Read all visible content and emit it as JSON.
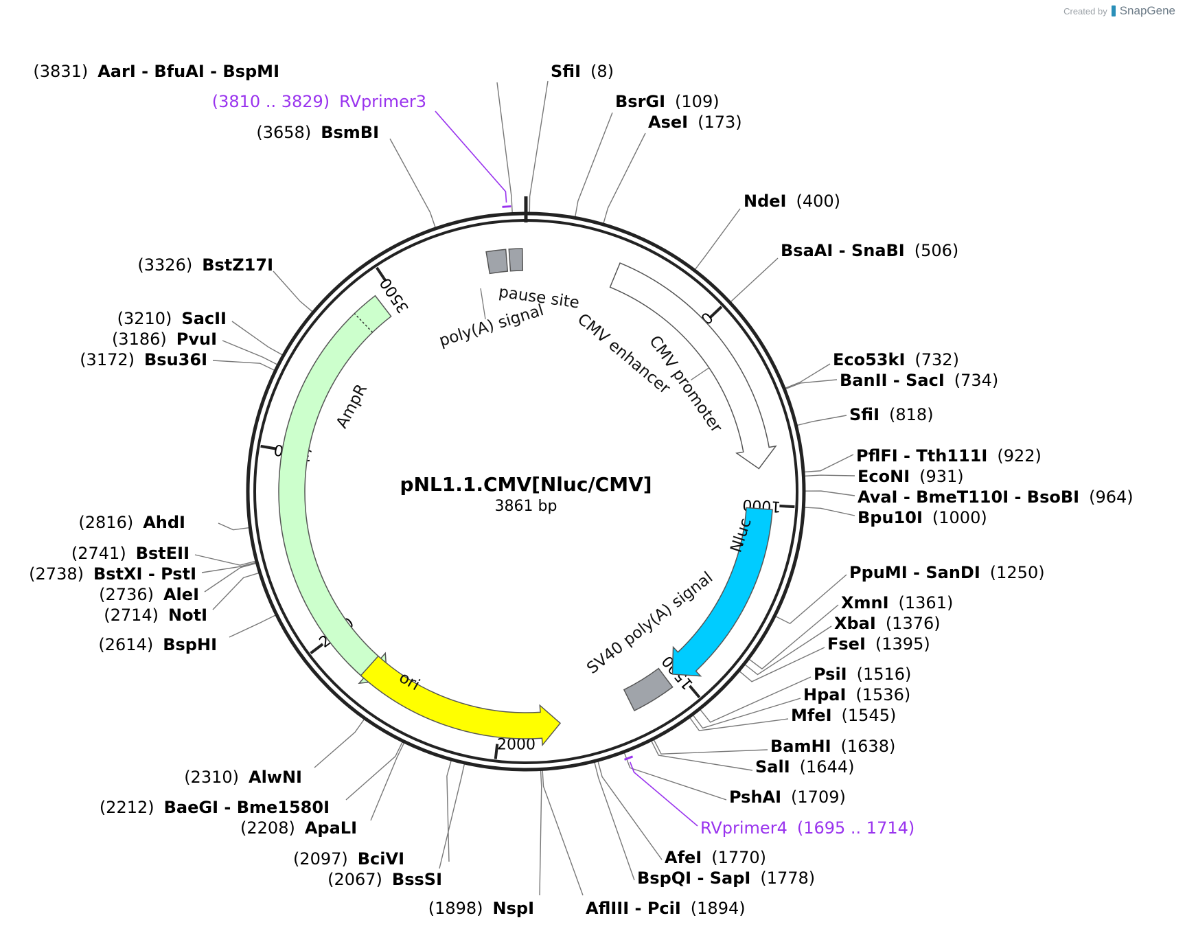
{
  "watermark": {
    "prefix": "Created by",
    "brand": "SnapGene"
  },
  "plasmid": {
    "name": "pNL1.1.CMV[Nluc/CMV]",
    "size_text": "3861 bp",
    "length": 3861
  },
  "colors": {
    "backbone": "#222222",
    "leader": "#777777",
    "primer": "#9933ee",
    "ampr": "#ccffcc",
    "ori": "#ffff00",
    "nluc": "#00ccff",
    "promoter": "#ffffff",
    "polya": "#a0a4aa"
  },
  "ticks": [
    {
      "value": 500,
      "label": "500"
    },
    {
      "value": 1000,
      "label": "1000"
    },
    {
      "value": 1500,
      "label": "1500"
    },
    {
      "value": 2000,
      "label": "2000"
    },
    {
      "value": 2500,
      "label": "2500"
    },
    {
      "value": 3000,
      "label": "3000"
    },
    {
      "value": 3500,
      "label": "3500"
    }
  ],
  "features": [
    {
      "name": "AmpR",
      "type": "arrow",
      "color": "#ccffcc",
      "start": 2320,
      "end": 3458,
      "direction": "reverse"
    },
    {
      "name": "ori",
      "type": "arrow",
      "color": "#ffff00",
      "start": 1840,
      "end": 2380,
      "direction": "reverse"
    },
    {
      "name": "Nluc",
      "type": "arrow",
      "color": "#00ccff",
      "start": 1010,
      "end": 1515,
      "direction": "forward"
    },
    {
      "name": "CMV enhancer",
      "type": "arrow",
      "color": "#ffffff",
      "start": 240,
      "end": 905,
      "direction": "forward"
    },
    {
      "name": "CMV promoter",
      "type": "label"
    },
    {
      "name": "SV40 poly(A) signal",
      "type": "box",
      "color": "#a0a4aa",
      "start": 1535,
      "end": 1648
    },
    {
      "name": "poly(A) signal",
      "type": "box",
      "color": "#a0a4aa",
      "start": 3760,
      "end": 3810
    },
    {
      "name": "pause site",
      "type": "box",
      "color": "#a0a4aa",
      "start": 3818,
      "end": 3852
    }
  ],
  "sites": [
    {
      "name": "AarI - BfuAI - BspMI",
      "pos": "(3831)"
    },
    {
      "name": "SfiI",
      "pos": "(8)"
    },
    {
      "name": "BsrGI",
      "pos": "(109)"
    },
    {
      "name": "AseI",
      "pos": "(173)"
    },
    {
      "name": "NdeI",
      "pos": "(400)"
    },
    {
      "name": "BsaAI - SnaBI",
      "pos": "(506)"
    },
    {
      "name": "Eco53kI",
      "pos": "(732)"
    },
    {
      "name": "BanII - SacI",
      "pos": "(734)"
    },
    {
      "name": "SfiI",
      "pos": "(818)"
    },
    {
      "name": "PflFI - Tth111I",
      "pos": "(922)"
    },
    {
      "name": "EcoNI",
      "pos": "(931)"
    },
    {
      "name": "AvaI - BmeT110I - BsoBI",
      "pos": "(964)"
    },
    {
      "name": "Bpu10I",
      "pos": "(1000)"
    },
    {
      "name": "PpuMI - SanDI",
      "pos": "(1250)"
    },
    {
      "name": "XmnI",
      "pos": "(1361)"
    },
    {
      "name": "XbaI",
      "pos": "(1376)"
    },
    {
      "name": "FseI",
      "pos": "(1395)"
    },
    {
      "name": "PsiI",
      "pos": "(1516)"
    },
    {
      "name": "HpaI",
      "pos": "(1536)"
    },
    {
      "name": "MfeI",
      "pos": "(1545)"
    },
    {
      "name": "BamHI",
      "pos": "(1638)"
    },
    {
      "name": "SalI",
      "pos": "(1644)"
    },
    {
      "name": "PshAI",
      "pos": "(1709)"
    },
    {
      "name": "AfeI",
      "pos": "(1770)"
    },
    {
      "name": "BspQI - SapI",
      "pos": "(1778)"
    },
    {
      "name": "AflIII - PciI",
      "pos": "(1894)"
    },
    {
      "name": "NspI",
      "pos": "(1898)"
    },
    {
      "name": "BssSI",
      "pos": "(2067)"
    },
    {
      "name": "BciVI",
      "pos": "(2097)"
    },
    {
      "name": "ApaLI",
      "pos": "(2208)"
    },
    {
      "name": "BaeGI - Bme1580I",
      "pos": "(2212)"
    },
    {
      "name": "AlwNI",
      "pos": "(2310)"
    },
    {
      "name": "BspHI",
      "pos": "(2614)"
    },
    {
      "name": "NotI",
      "pos": "(2714)"
    },
    {
      "name": "AleI",
      "pos": "(2736)"
    },
    {
      "name": "BstXI - PstI",
      "pos": "(2738)"
    },
    {
      "name": "BstEII",
      "pos": "(2741)"
    },
    {
      "name": "AhdI",
      "pos": "(2816)"
    },
    {
      "name": "Bsu36I",
      "pos": "(3172)"
    },
    {
      "name": "PvuI",
      "pos": "(3186)"
    },
    {
      "name": "SacII",
      "pos": "(3210)"
    },
    {
      "name": "BstZ17I",
      "pos": "(3326)"
    },
    {
      "name": "BsmBI",
      "pos": "(3658)"
    }
  ],
  "primers": [
    {
      "name": "RVprimer3",
      "range": "(3810 .. 3829)"
    },
    {
      "name": "RVprimer4",
      "range": "(1695 .. 1714)"
    }
  ]
}
